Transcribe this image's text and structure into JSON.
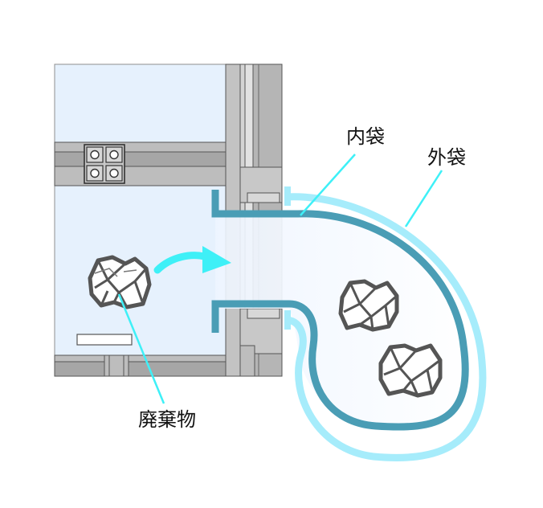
{
  "labels": {
    "inner_bag": "内袋",
    "outer_bag": "外袋",
    "waste": "廃棄物"
  },
  "colors": {
    "inner_bag": "#4a9db5",
    "outer_bag": "#a6ecfb",
    "leader_line": "#3ef0f7",
    "arrow": "#3ef0f7",
    "glovebox_interior": "#e6f1fd",
    "frame": "#a3a3a3"
  },
  "icons": [
    "crumpled-paper-icon",
    "curved-arrow-icon",
    "bolt-plate-icon"
  ]
}
